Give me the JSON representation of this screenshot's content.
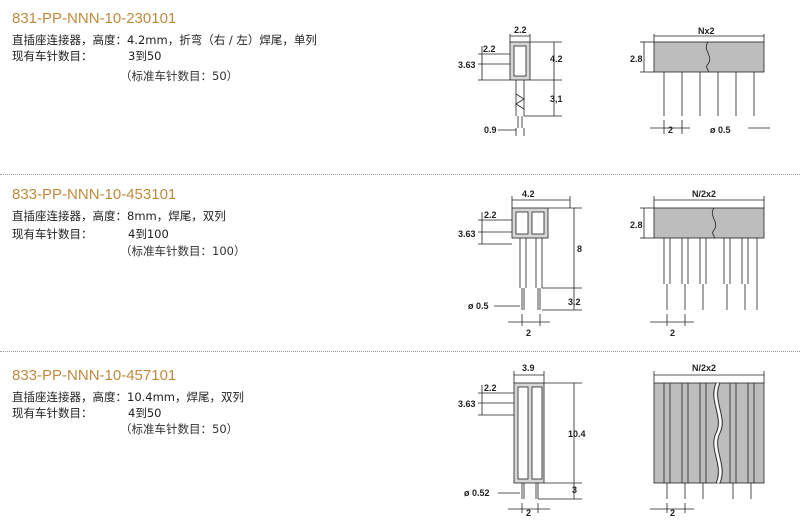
{
  "products": [
    {
      "part_number": "831-PP-NNN-10-230101",
      "description": "直插座连接器，高度：4.2mm，折弯（右 / 左）焊尾，单列",
      "pin_label": "现有车针数目：",
      "pin_range": "3到50",
      "standard": "（标准车针数目：50）",
      "side_dims": {
        "top": "2.2",
        "left_a": "2.2",
        "left_b": "3.63",
        "right_a": "4.2",
        "right_b": "3,1",
        "bottom": "0.9"
      },
      "front_dims": {
        "top": "Nx2",
        "left": "2.8",
        "pitch": "2",
        "dia": "ø 0.5"
      }
    },
    {
      "part_number": "833-PP-NNN-10-453101",
      "description": "直插座连接器，高度：8mm，焊尾，双列",
      "pin_label": "现有车针数目：",
      "pin_range": "4到100",
      "standard": "（标准车针数目：100）",
      "side_dims": {
        "top": "4.2",
        "left_a": "2.2",
        "left_b": "3.63",
        "right_a": "8",
        "right_b": "3.2",
        "bottom": "2",
        "dia": "ø 0.5"
      },
      "front_dims": {
        "top": "N/2x2",
        "left": "2.8",
        "pitch": "2"
      }
    },
    {
      "part_number": "833-PP-NNN-10-457101",
      "description": "直插座连接器，高度：10.4mm，焊尾，双列",
      "pin_label": "现有车针数目：",
      "pin_range": "4到50",
      "standard": "（标准车针数目：50）",
      "side_dims": {
        "top": "3.9",
        "left_a": "2.2",
        "left_b": "3.63",
        "right_a": "10.4",
        "right_b": "3",
        "bottom": "2",
        "dia": "ø 0.52"
      },
      "front_dims": {
        "top": "N/2x2",
        "pitch": "2"
      }
    }
  ],
  "colors": {
    "part_number": "#c08a3e",
    "body_gray": "#b5b5b5",
    "line": "#222222"
  }
}
